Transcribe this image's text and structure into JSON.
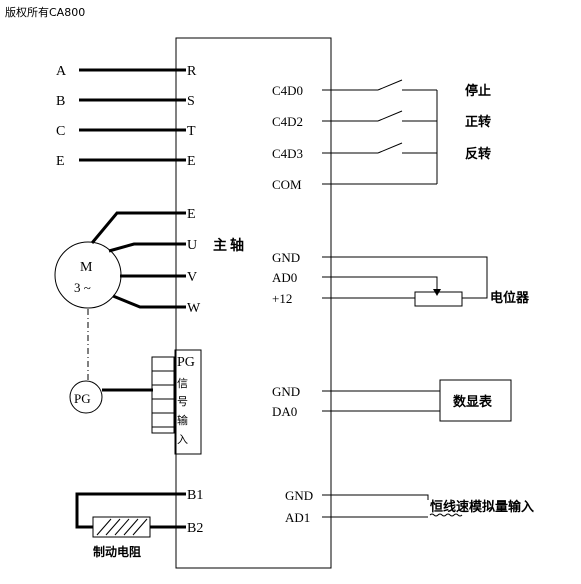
{
  "watermark": "版权所有CA800",
  "power_inputs": [
    {
      "left": "A",
      "right": "R"
    },
    {
      "left": "B",
      "right": "S"
    },
    {
      "left": "C",
      "right": "T"
    },
    {
      "left": "E",
      "right": "E"
    }
  ],
  "motor": {
    "label_line1": "M",
    "label_line2": "3 ~",
    "terminals": [
      "E",
      "U",
      "V",
      "W"
    ],
    "caption": "主轴"
  },
  "encoder": {
    "label": "PG",
    "terminal_chars": [
      "PG",
      "信",
      "号",
      "输",
      "入"
    ]
  },
  "brake": {
    "terminals": [
      "B1",
      "B2"
    ],
    "caption": "制动电阻"
  },
  "control_inputs": {
    "terminals": [
      "C4D0",
      "C4D2",
      "C4D3",
      "COM"
    ],
    "labels": [
      "停止",
      "正转",
      "反转"
    ]
  },
  "potentiometer": {
    "terminals": [
      "GND",
      "AD0",
      "+12"
    ],
    "label": "电位器"
  },
  "display": {
    "terminals": [
      "GND",
      "DA0"
    ],
    "label": "数显表"
  },
  "analog_input": {
    "terminals": [
      "GND",
      "AD1"
    ],
    "label": "恒线速模拟量输入"
  }
}
